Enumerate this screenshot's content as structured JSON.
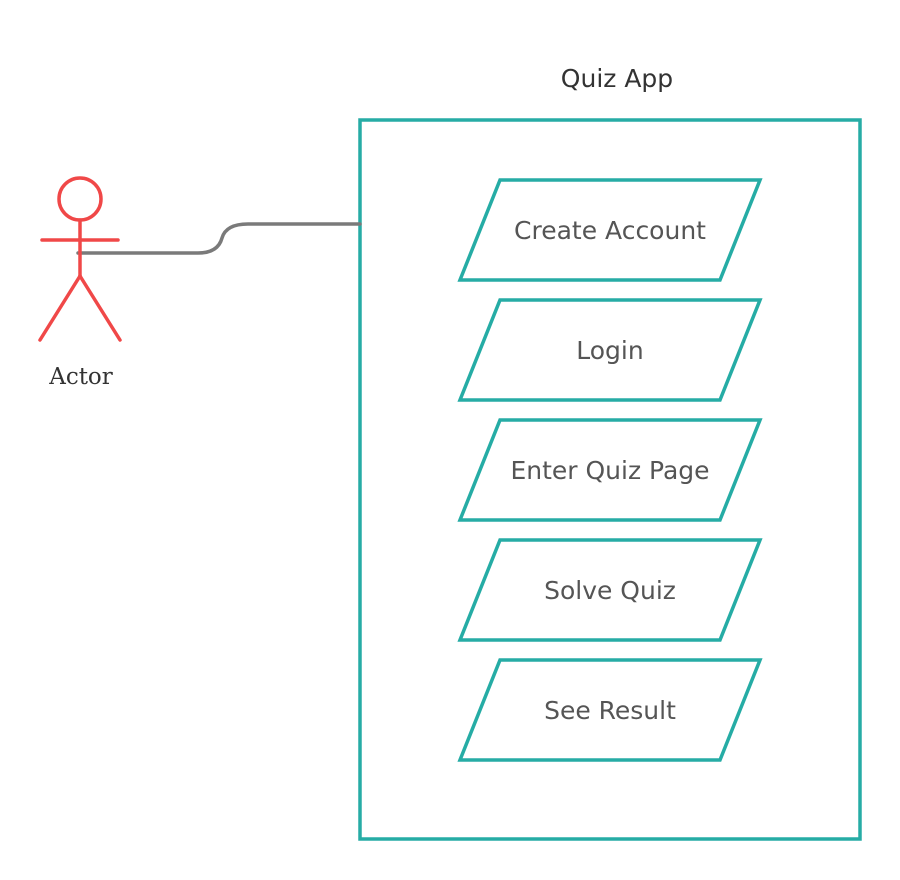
{
  "system": {
    "title": "Quiz App"
  },
  "actor": {
    "label": "Actor"
  },
  "use_cases": [
    {
      "label": "Create Account"
    },
    {
      "label": "Login"
    },
    {
      "label": "Enter Quiz Page"
    },
    {
      "label": "Solve Quiz"
    },
    {
      "label": "See Result"
    }
  ],
  "colors": {
    "system_border": "#26aca5",
    "use_case_border": "#26aca5",
    "actor": "#f04848",
    "connector": "#7a7a7a"
  }
}
